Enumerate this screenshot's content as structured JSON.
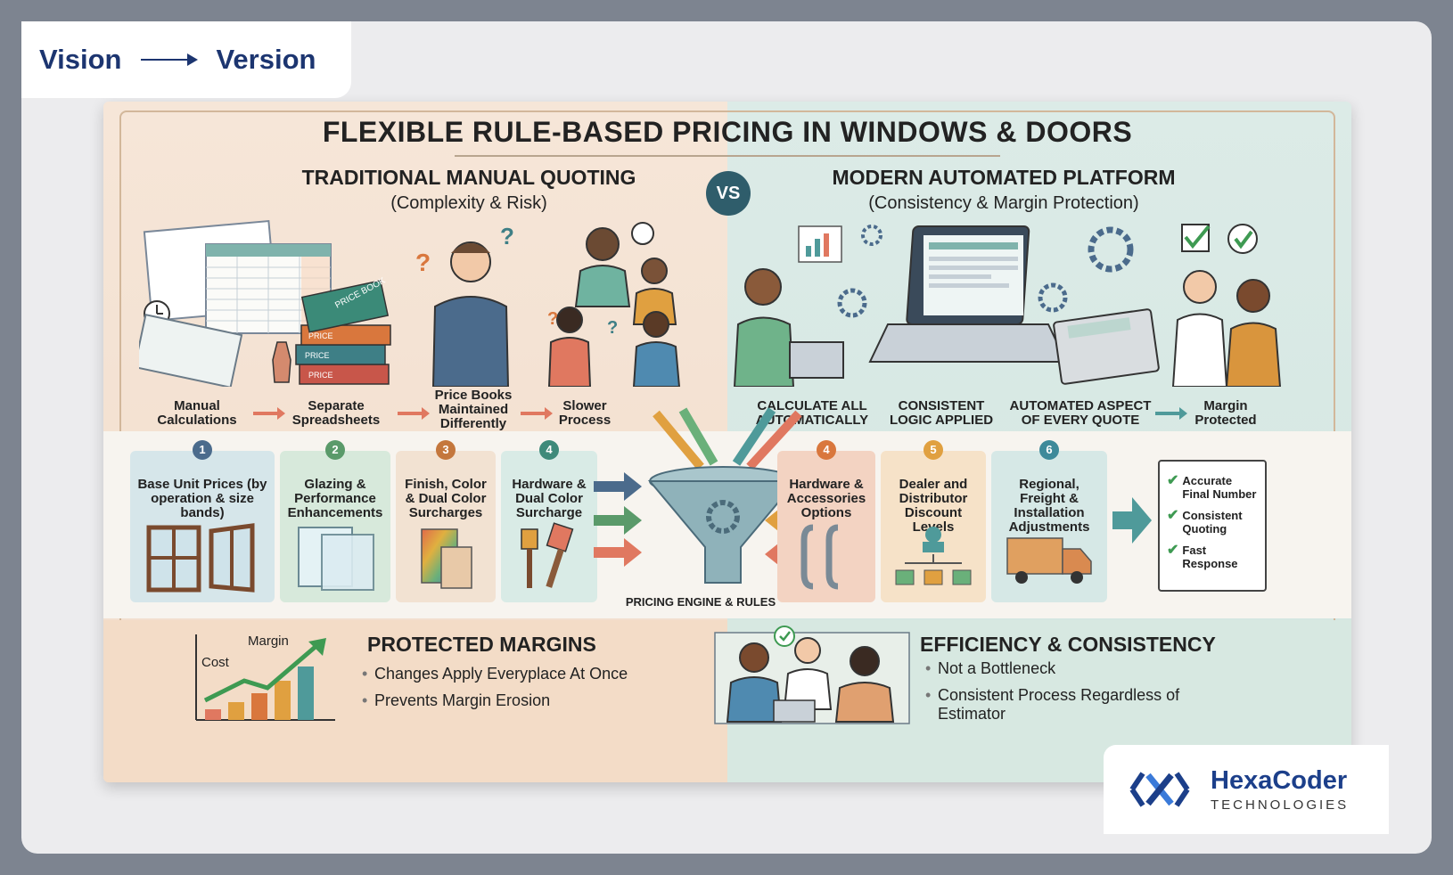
{
  "tag": {
    "left": "Vision",
    "right": "Version"
  },
  "title": "FLEXIBLE RULE-BASED PRICING IN WINDOWS & DOORS",
  "vs": "VS",
  "left_section": {
    "heading": "TRADITIONAL MANUAL QUOTING",
    "sub": "(Complexity & Risk)"
  },
  "right_section": {
    "heading": "MODERN AUTOMATED PLATFORM",
    "sub": "(Consistency & Margin Protection)"
  },
  "left_steps": [
    "Manual Calculations",
    "Separate Spreadsheets",
    "Price Books Maintained Differently",
    "Slower Process"
  ],
  "right_steps": [
    "CALCULATE ALL AUTOMATICALLY",
    "CONSISTENT LOGIC APPLIED",
    "AUTOMATED ASPECT OF EVERY QUOTE",
    "Margin Protected"
  ],
  "book_labels": [
    "PRICE BOOK",
    "PRICE",
    "PRICE",
    "PRICE"
  ],
  "tiles": [
    {
      "num": "1",
      "label": "Base Unit Prices (by operation & size bands)"
    },
    {
      "num": "2",
      "label": "Glazing & Performance Enhancements"
    },
    {
      "num": "3",
      "label": "Finish, Color & Dual Color Surcharges"
    },
    {
      "num": "4",
      "label": "Hardware & Dual Color Surcharge"
    },
    {
      "num": "4",
      "label": "Hardware & Accessories Options"
    },
    {
      "num": "5",
      "label": "Dealer and Distributor Discount Levels"
    },
    {
      "num": "6",
      "label": "Regional, Freight & Installation Adjustments"
    }
  ],
  "funnel_label": "PRICING ENGINE & RULES",
  "checklist": [
    "Accurate Final Number",
    "Consistent Quoting",
    "Fast Response"
  ],
  "bottom_left": {
    "heading": "PROTECTED MARGINS",
    "chart_cost": "Cost",
    "chart_margin": "Margin",
    "bullets": [
      "Changes Apply Everyplace At Once",
      "Prevents Margin Erosion"
    ]
  },
  "bottom_right": {
    "heading": "EFFICIENCY & CONSISTENCY",
    "bullets": [
      "Not a Bottleneck",
      "Consistent Process Regardless of Estimator"
    ]
  },
  "logo": {
    "name": "HexaCoder",
    "sub": "TECHNOLOGIES"
  },
  "colors": {
    "navy": "#1c3570",
    "teal": "#4f9a9a",
    "coral": "#e07860",
    "peach": "#f3dcc7",
    "mint": "#d7e8e1"
  }
}
